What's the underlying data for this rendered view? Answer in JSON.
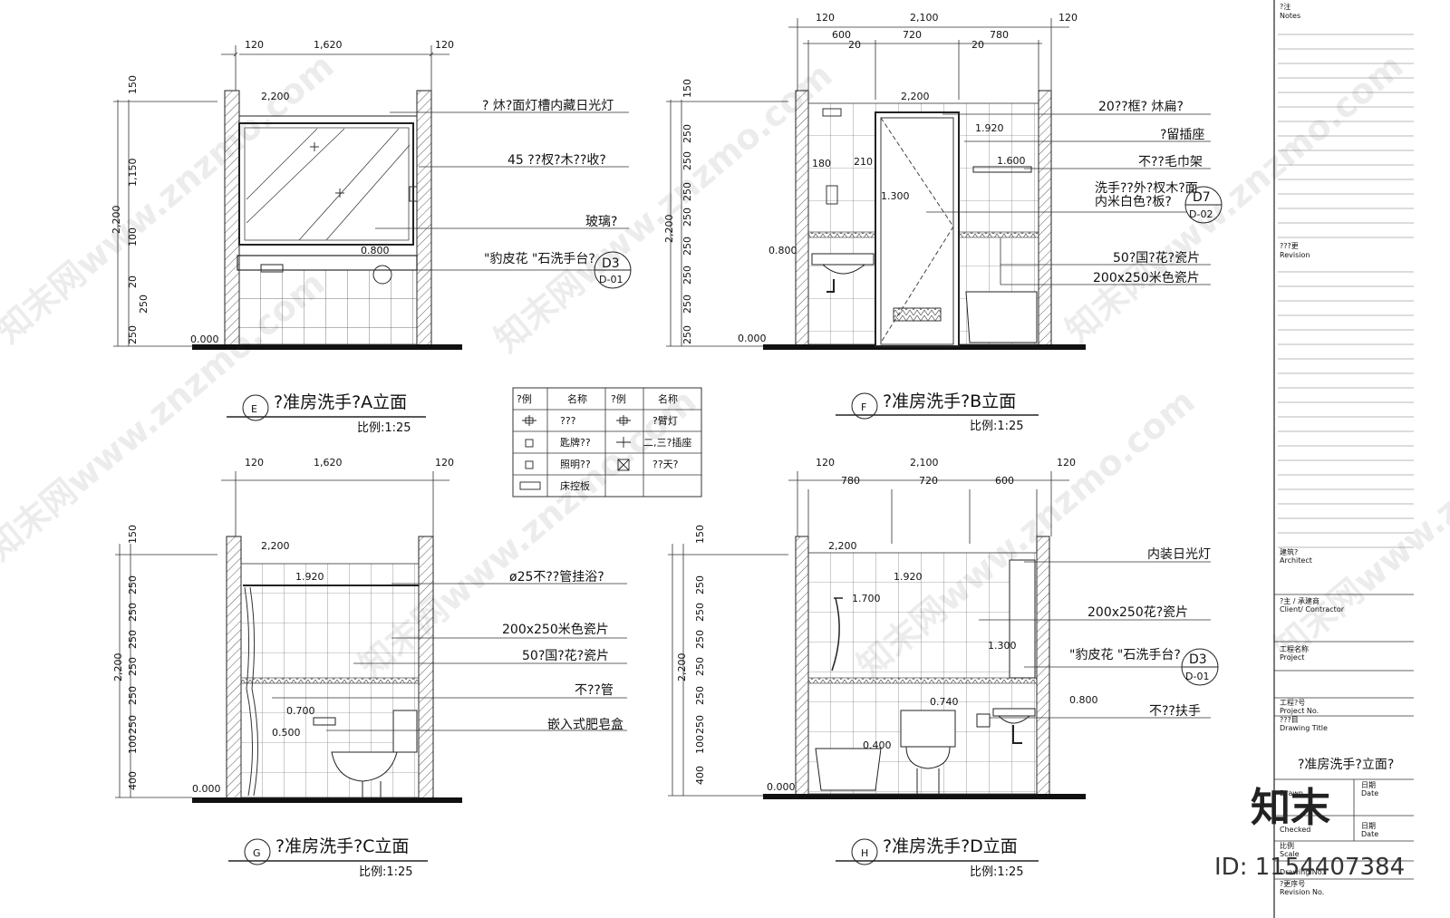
{
  "views": [
    {
      "id": "A",
      "title": "?准房洗手?A立面",
      "scale": "比例:1:25",
      "marker": "E",
      "top_dims": [
        "120",
        "1,620",
        "120"
      ],
      "left_dims": [
        "150",
        "1,150",
        "100",
        "20",
        "250",
        "250"
      ],
      "total_height": "2,200",
      "levels": [
        "2,200",
        "0.800",
        "0.000"
      ],
      "notes": [
        "?  炑?面灯槽内藏日光灯",
        "45 ??杈?木??收?",
        "玻璃?",
        "\"豹皮花 \"石洗手台?"
      ],
      "ref_tag": {
        "code": "D3",
        "sheet": "D-01"
      }
    },
    {
      "id": "B",
      "title": "?准房洗手?B立面",
      "scale": "比例:1:25",
      "marker": "F",
      "top_dims": [
        "120",
        "2,100",
        "120"
      ],
      "sub_dims": [
        "600",
        "20",
        "720",
        "20",
        "780"
      ],
      "left_dims": [
        "150",
        "250",
        "250",
        "250",
        "250",
        "250",
        "250",
        "250",
        "250"
      ],
      "total_height": "2,200",
      "levels": [
        "2,200",
        "1.920",
        "1.600",
        "1.300",
        "0.800",
        "0.000",
        "180",
        "210"
      ],
      "notes": [
        "20??框?  炑扁?",
        "?留插座",
        "不??毛巾架",
        "洗手??外?杈木?面",
        "内米白色?板?",
        "50?国?花?瓷片",
        "200x250米色瓷片"
      ],
      "ref_tag": {
        "code": "D7",
        "sheet": "D-02"
      }
    },
    {
      "id": "C",
      "title": "?准房洗手?C立面",
      "scale": "比例:1:25",
      "marker": "G",
      "top_dims": [
        "120",
        "1,620",
        "120"
      ],
      "left_dims": [
        "150",
        "250",
        "250",
        "250",
        "250",
        "250",
        "250",
        "100",
        "400"
      ],
      "total_height": "2,200",
      "levels": [
        "2,200",
        "1.920",
        "0.700",
        "0.500",
        "0.000"
      ],
      "notes": [
        "ø25不??管挂浴?",
        "200x250米色瓷片",
        "50?国?花?瓷片",
        "不??管",
        "嵌入式肥皂盒"
      ]
    },
    {
      "id": "D",
      "title": "?准房洗手?D立面",
      "scale": "比例:1:25",
      "marker": "H",
      "top_dims": [
        "120",
        "2,100",
        "120"
      ],
      "sub_dims": [
        "780",
        "720",
        "600"
      ],
      "left_dims": [
        "150",
        "250",
        "250",
        "250",
        "250",
        "250",
        "250",
        "100",
        "400"
      ],
      "total_height": "2,200",
      "levels": [
        "2,200",
        "1.920",
        "1.700",
        "1.300",
        "0.800",
        "0.740",
        "0.400",
        "0.000"
      ],
      "notes": [
        "内装日光灯",
        "200x250花?瓷片",
        "\"豹皮花 \"石洗手台?",
        "不??扶手"
      ],
      "ref_tag": {
        "code": "D3",
        "sheet": "D-01"
      }
    }
  ],
  "legend": {
    "headers": [
      "?例",
      "名称",
      "?例",
      "名称"
    ],
    "rows": [
      [
        "???",
        "?臂灯"
      ],
      [
        "匙牌??",
        "二,三?插座"
      ],
      [
        "照明??",
        "??天?"
      ],
      [
        "床控板",
        ""
      ]
    ]
  },
  "title_block": {
    "notes": "?注\nNotes",
    "notes_cn": "?注",
    "notes_en": "Notes",
    "revision_cn": "???更",
    "revision_en": "Revision",
    "architect_cn": "建筑?",
    "architect_en": "Architect",
    "client_cn": "?主 / 承建商",
    "client_en": "Client/ Contractor",
    "project_cn": "工程名称",
    "project_en": "Project",
    "project_no_cn": "工程?号",
    "project_no_en": "Project No.",
    "drawing_title_cn": "???目",
    "drawing_title_en": "Drawing Title",
    "drawing_title_value": "?准房洗手?立面?",
    "drawn_en": "Drawn",
    "date_en": "Date",
    "date_cn": "日期",
    "checked_en": "Checked",
    "scale_cn": "比例",
    "scale_en": "Scale",
    "drawing_no_en": "Drawing No.",
    "revision_no_cn": "?更序号",
    "revision_no_en": "Revision No."
  },
  "watermark": {
    "text": "知末网www.znzmo.com",
    "brand": "知末",
    "id": "ID: 1154407384"
  }
}
